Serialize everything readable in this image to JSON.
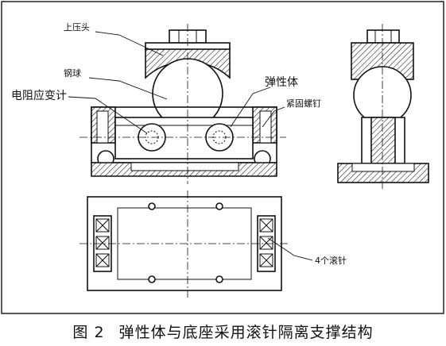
{
  "labels": {
    "upper_pressure_head": "上压头",
    "steel_ball": "钢球",
    "elastic_body": "弹性体",
    "strain_gauge": "电阻应变计",
    "set_screw": "紧固螺钉",
    "rollers": "4个滚针"
  },
  "caption": {
    "number": "图 2",
    "title": "弹性体与底座采用滚针隔离支撑结构"
  }
}
